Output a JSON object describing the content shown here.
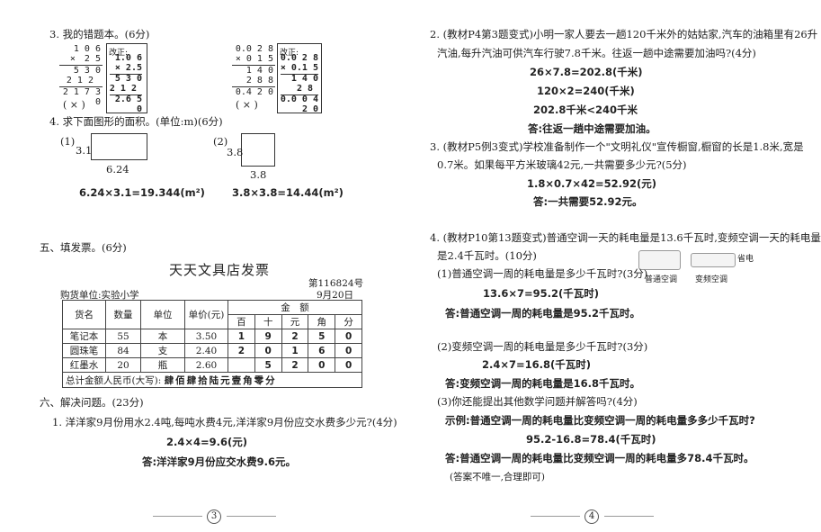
{
  "left": {
    "q3": {
      "title": "3. 我的错题本。(6分)",
      "a_lines": [
        "1 0 6",
        "×　2 5",
        "5 3 0",
        "2 1 2",
        "2 1 7 3 0"
      ],
      "a_mark": "( × )",
      "a_fix_label": "改正:",
      "a_fix": [
        "1.0 6",
        "× 2.5",
        "5 3 0",
        "2 1 2",
        "2.6 5 0"
      ],
      "b_lines": [
        "0.0 2 8",
        "× 0 1 5",
        "1 4 0",
        "2 8 8",
        "0.4 2 0"
      ],
      "b_mark": "( × )",
      "b_fix_label": "改正:",
      "b_fix": [
        "0.0 2 8",
        "× 0.1 5",
        "1 4 0",
        "2 8",
        "0.0 0 4 2 0"
      ]
    },
    "q4": {
      "title": "4. 求下面图形的面积。(单位:m)(6分)",
      "fig1_no": "(1)",
      "fig1_h": "3.1",
      "fig1_w": "6.24",
      "fig2_no": "(2)",
      "fig2_h": "3.8",
      "fig2_w": "3.8",
      "ans1": "6.24×3.1=19.344(m²)",
      "ans2": "3.8×3.8=14.44(m²)"
    },
    "s5": {
      "title": "五、填发票。(6分)",
      "inv_title": "天天文具店发票",
      "inv_no": "第116824号",
      "buyer": "购货单位:实验小学",
      "date": "9月20日",
      "headers": [
        "货名",
        "数量",
        "单位",
        "单价(元)",
        "金　额"
      ],
      "sub_headers": [
        "百",
        "十",
        "元",
        "角",
        "分"
      ],
      "rows": [
        {
          "name": "笔记本",
          "qty": "55",
          "unit": "本",
          "price": "3.50",
          "d": [
            "1",
            "9",
            "2",
            "5",
            "0"
          ]
        },
        {
          "name": "圆珠笔",
          "qty": "84",
          "unit": "支",
          "price": "2.40",
          "d": [
            "2",
            "0",
            "1",
            "6",
            "0"
          ]
        },
        {
          "name": "红墨水",
          "qty": "20",
          "unit": "瓶",
          "price": "2.60",
          "d": [
            "",
            "5",
            "2",
            "0",
            "0"
          ]
        }
      ],
      "total_label": "总计金额人民币(大写):",
      "total_value": "肆佰肆拾陆元壹角零分"
    },
    "s6": {
      "title": "六、解决问题。(23分)",
      "q1": "1. 洋洋家9月份用水2.4吨,每吨水费4元,洋洋家9月份应交水费多少元?(4分)",
      "q1_calc": "2.4×4=9.6(元)",
      "q1_ans": "答:洋洋家9月份应交水费9.6元。"
    },
    "page_no": "3"
  },
  "right": {
    "q2": {
      "text1": "2. (教材P4第3题变式)小明一家人要去一趟120千米外的姑姑家,汽车的油箱里有26升",
      "text2": "汽油,每升汽油可供汽车行驶7.8千米。往返一趟中途需要加油吗?(4分)",
      "calc1": "26×7.8=202.8(千米)",
      "calc2": "120×2=240(千米)",
      "calc3": "202.8千米<240千米",
      "ans": "答:往返一趟中途需要加油。"
    },
    "q3": {
      "text1": "3. (教材P5例3变式)学校准备制作一个\"文明礼仪\"宣传橱窗,橱窗的长是1.8米,宽是",
      "text2": "0.7米。如果每平方米玻璃42元,一共需要多少元?(5分)",
      "calc": "1.8×0.7×42=52.92(元)",
      "ans": "答:一共需要52.92元。"
    },
    "q4": {
      "text1": "4. (教材P10第13题变式)普通空调一天的耗电量是13.6千瓦时,变频空调一天的耗电量",
      "text2": "是2.4千瓦时。(10分)",
      "img1": "普通空调",
      "img2": "变频空调",
      "img_tag": "省电",
      "p1": "(1)普通空调一周的耗电量是多少千瓦时?(3分)",
      "p1_calc": "13.6×7=95.2(千瓦时)",
      "p1_ans": "答:普通空调一周的耗电量是95.2千瓦时。",
      "p2": "(2)变频空调一周的耗电量是多少千瓦时?(3分)",
      "p2_calc": "2.4×7=16.8(千瓦时)",
      "p2_ans": "答:变频空调一周的耗电量是16.8千瓦时。",
      "p3": "(3)你还能提出其他数学问题并解答吗?(4分)",
      "p3_q": "示例:普通空调一周的耗电量比变频空调一周的耗电量多多少千瓦时?",
      "p3_calc": "95.2-16.8=78.4(千瓦时)",
      "p3_ans": "答:普通空调一周的耗电量比变频空调一周的耗电量多78.4千瓦时。",
      "note": "(答案不唯一,合理即可)"
    },
    "page_no": "4"
  }
}
